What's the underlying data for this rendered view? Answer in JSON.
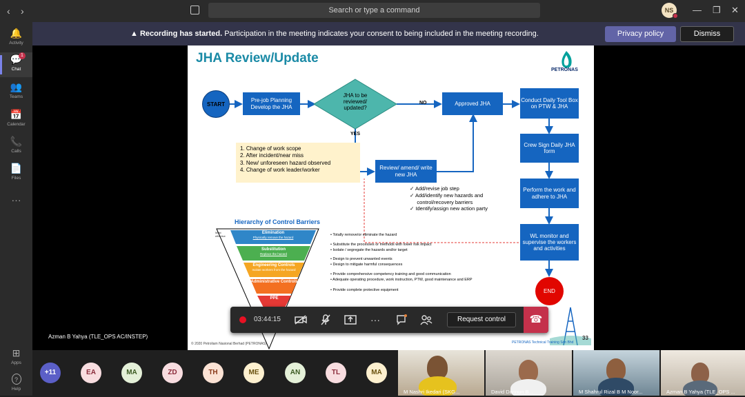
{
  "titlebar": {
    "back_icon": "‹",
    "forward_icon": "›",
    "search_placeholder": "Search or type a command",
    "avatar_initials": "NS"
  },
  "rail": {
    "items": [
      {
        "label": "Activity",
        "icon": "bell-icon",
        "glyph": "🔔"
      },
      {
        "label": "Chat",
        "icon": "chat-icon",
        "glyph": "💬",
        "badge": "1"
      },
      {
        "label": "Teams",
        "icon": "teams-icon",
        "glyph": "👥"
      },
      {
        "label": "Calendar",
        "icon": "calendar-icon",
        "glyph": "📅"
      },
      {
        "label": "Calls",
        "icon": "phone-icon",
        "glyph": "📞"
      },
      {
        "label": "Files",
        "icon": "file-icon",
        "glyph": "📄"
      },
      {
        "label": "",
        "icon": "more-icon",
        "glyph": "···"
      }
    ],
    "bottom": [
      {
        "label": "Apps",
        "icon": "apps-icon",
        "glyph": "⊞"
      },
      {
        "label": "Help",
        "icon": "help-icon",
        "glyph": "?"
      }
    ]
  },
  "banner": {
    "bold": "Recording has started.",
    "text": "Participation in the meeting indicates your consent to being included in the meeting recording.",
    "privacy": "Privacy policy",
    "dismiss": "Dismiss"
  },
  "slide": {
    "title": "JHA Review/Update",
    "logo": "PETRONAS",
    "start": "START",
    "prejob": "Pre-job Planning Develop the JHA",
    "decision": "JHA to be reviewed/ updated?",
    "no": "NO",
    "yes": "YES",
    "approved": "Approved JHA",
    "toolbox": "Conduct Daily Tool Box on PTW & JHA",
    "crew": "Crew Sign Daily JHA form",
    "perform": "Perform the work and adhere to JHA",
    "monitor": "WL monitor and supervise the workers and activities",
    "end": "END",
    "review": "Review/ amend/ write new JHA",
    "reasons": [
      "1.   Change of work scope",
      "2.   After incident/near miss",
      "3.   New/ unforeseen hazard observed",
      "4.   Change of work leader/worker"
    ],
    "checks": [
      "✓  Add/revise job step",
      "✓  Add/identify new hazards and",
      "     control/recovery barriers",
      "✓  Identify/assign new action party"
    ],
    "hierarchy_title": "Hierarchy of Control Barriers",
    "most_effective": "Most effective",
    "tiers": [
      {
        "name": "Elimination",
        "sub": "Physically remove the hazard",
        "color": "#2f86c8"
      },
      {
        "name": "Substitution",
        "sub": "Replace the hazard",
        "color": "#4caf50"
      },
      {
        "name": "Engineering Controls",
        "sub": "Isolate workers from the hazard",
        "color": "#f5a623"
      },
      {
        "name": "Administrative Controls",
        "sub": "",
        "color": "#f37021"
      },
      {
        "name": "PPE",
        "sub": "",
        "color": "#e53935"
      }
    ],
    "bullets": [
      "• Totally remove/or eliminate the hazard",
      "",
      "• Substitute the processes or methods with lower risk impact",
      "• Isolate / segregate the hazards and/or target",
      "",
      "• Design to prevent unwanted events",
      "• Design to mitigate harmful consequences",
      "",
      "• Provide comprehensive competency training and good communication",
      "• Adequate operating procedure, work instruction, PTW, good maintenance and ERP",
      "",
      "• Provide complete protective equipment"
    ],
    "copyright": "© 2020 Petroliam Nasional Berhad (PETRONAS)",
    "footer": "PETRONAS Technical Training Sdn Bhd",
    "page": "33"
  },
  "presenter": "Azman B Yahya (TLE_OPS AC/INSTEP)",
  "controls": {
    "timer": "03:44:15",
    "request": "Request control"
  },
  "participants": {
    "overflow": "+11",
    "avatars": [
      {
        "initials": "EA",
        "bg": "#f8dde0",
        "fg": "#8a2b3a"
      },
      {
        "initials": "MA",
        "bg": "#e4f0d8",
        "fg": "#3b5a22"
      },
      {
        "initials": "ZD",
        "bg": "#f8dde0",
        "fg": "#8a2b3a"
      },
      {
        "initials": "TH",
        "bg": "#fbe2d4",
        "fg": "#8a3a1a"
      },
      {
        "initials": "ME",
        "bg": "#fdf0cf",
        "fg": "#6a5210"
      },
      {
        "initials": "AN",
        "bg": "#e4f0d8",
        "fg": "#3b5a22"
      },
      {
        "initials": "TL",
        "bg": "#f8dde0",
        "fg": "#8a2b3a"
      },
      {
        "initials": "MA",
        "bg": "#fdf0cf",
        "fg": "#6a5210"
      }
    ]
  },
  "videos": [
    {
      "name": "M Nashri Ikedari (SKG..."
    },
    {
      "name": "David Dannun B..."
    },
    {
      "name": "M Shahrul Rizal B M Noor..."
    },
    {
      "name": "Azman B Yahya (TLE_OPS ..."
    }
  ]
}
